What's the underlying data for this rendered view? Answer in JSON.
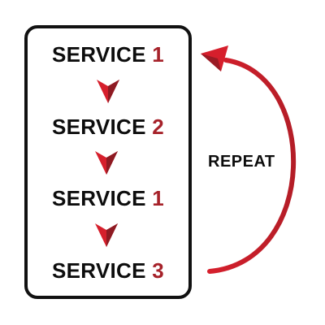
{
  "steps": [
    {
      "word": "SERVICE",
      "number": "1"
    },
    {
      "word": "SERVICE",
      "number": "2"
    },
    {
      "word": "SERVICE",
      "number": "1"
    },
    {
      "word": "SERVICE",
      "number": "3"
    }
  ],
  "repeat_label": "REPEAT",
  "colors": {
    "accent": "#d61f2c",
    "accent_dark": "#8e1a22",
    "number": "#a6222a",
    "text": "#0d0d0d",
    "border": "#111111"
  }
}
